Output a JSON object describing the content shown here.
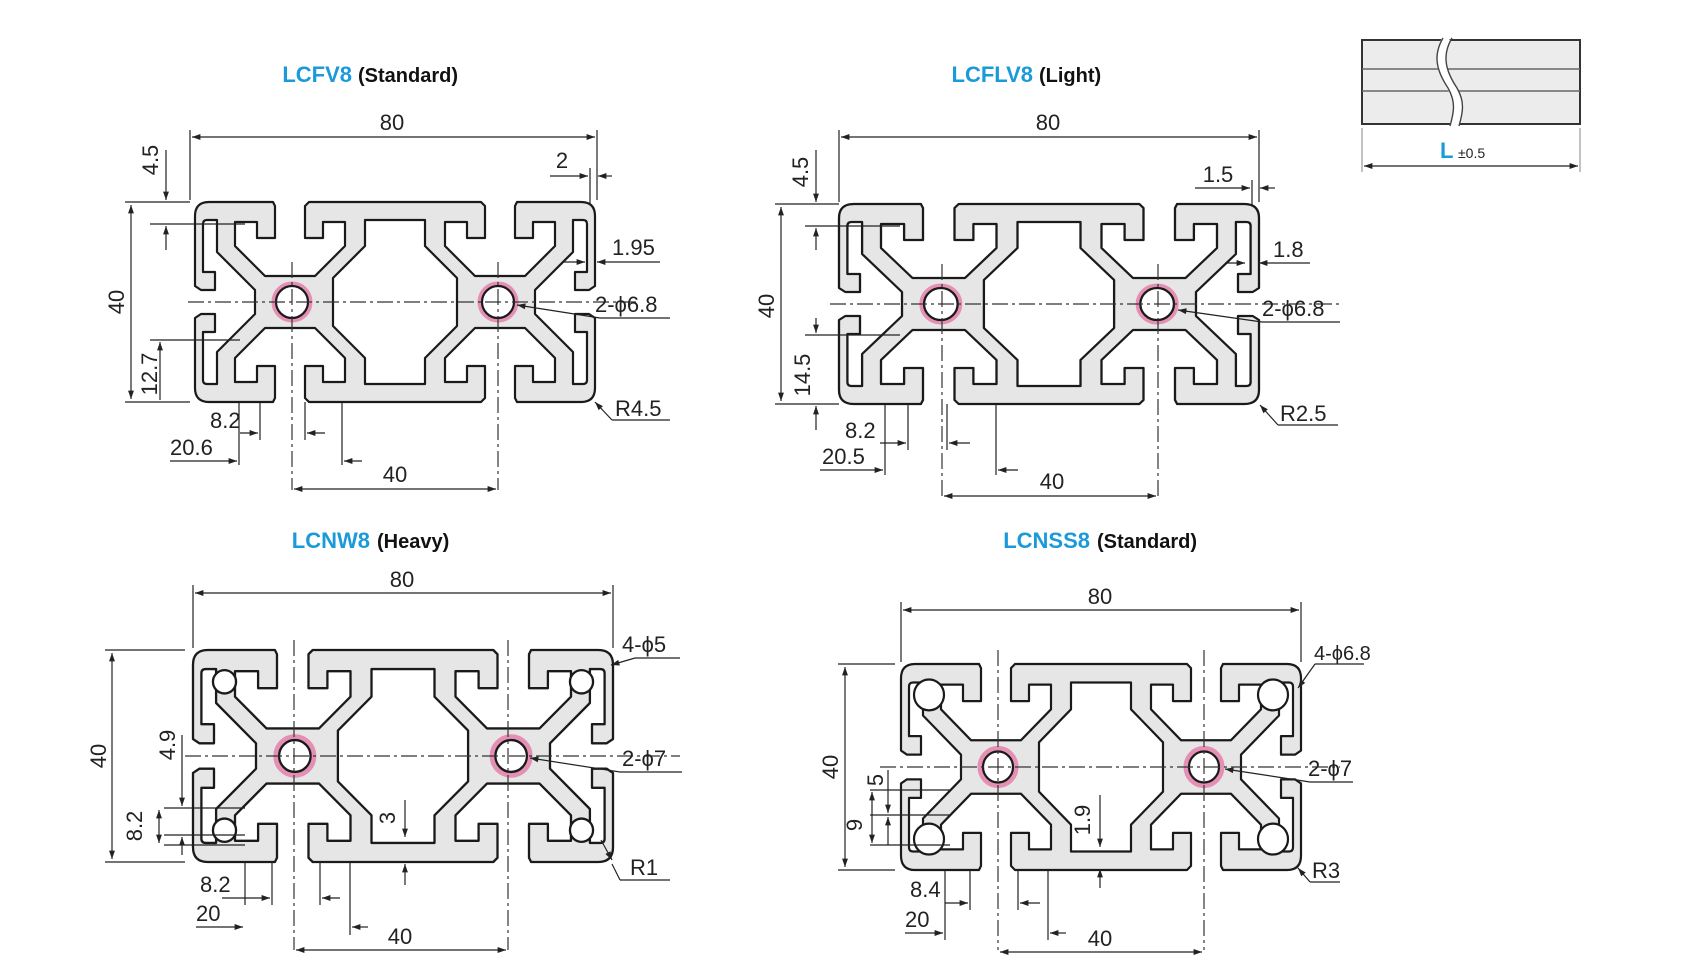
{
  "length_view": {
    "label_code": "L",
    "label_tol": "±0.5"
  },
  "profiles": [
    {
      "code": "LCFV8",
      "type": "(Standard)",
      "dims": {
        "width": "80",
        "height": "40",
        "top_offset": "4.5",
        "lip": "2",
        "slot_lip": "1.95",
        "holes": "2-ϕ6.8",
        "radius": "R4.5",
        "slot_height": "12.7",
        "slot_width": "8.2",
        "slot_pos": "20.6",
        "pitch": "40"
      }
    },
    {
      "code": "LCFLV8",
      "type": "(Light)",
      "dims": {
        "width": "80",
        "height": "40",
        "top_offset": "4.5",
        "lip": "1.5",
        "slot_lip": "1.8",
        "holes": "2-ϕ6.8",
        "radius": "R2.5",
        "slot_height": "14.5",
        "slot_width": "8.2",
        "slot_pos": "20.5",
        "pitch": "40"
      }
    },
    {
      "code": "LCNW8",
      "type": "(Heavy)",
      "dims": {
        "width": "80",
        "height": "40",
        "corner_holes": "4-ϕ5",
        "holes": "2-ϕ7",
        "radius": "R1",
        "slot_offset": "4.9",
        "slot_height": "8.2",
        "web": "3",
        "slot_width": "8.2",
        "slot_pos": "20",
        "pitch": "40"
      }
    },
    {
      "code": "LCNSS8",
      "type": "(Standard)",
      "dims": {
        "width": "80",
        "height": "40",
        "corner_holes": "4-ϕ6.8",
        "holes": "2-ϕ7",
        "radius": "R3",
        "slot_offset": "5",
        "slot_height": "9",
        "web": "1.9",
        "slot_width": "8.4",
        "slot_pos": "20",
        "pitch": "40"
      }
    }
  ]
}
